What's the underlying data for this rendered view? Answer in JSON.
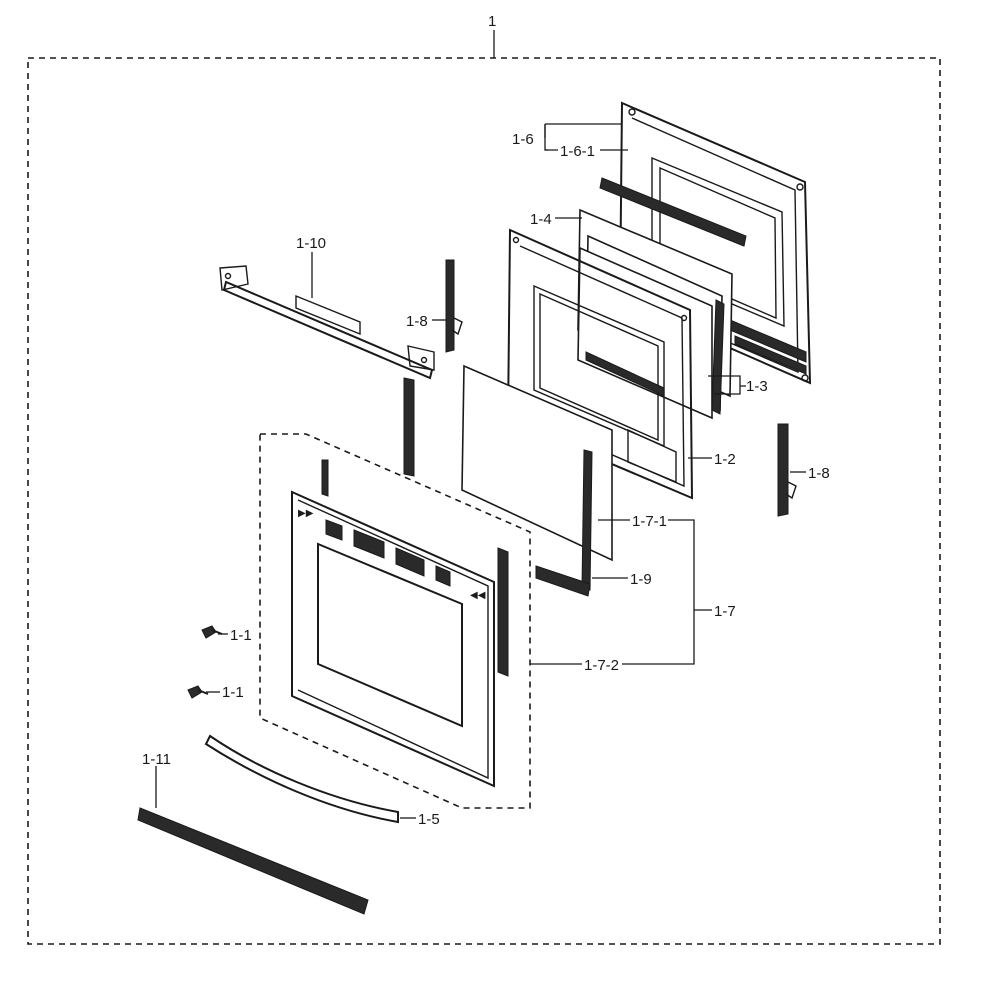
{
  "labels": {
    "assembly": "1",
    "screw_a": "1-1",
    "screw_b": "1-1",
    "inner_frame": "1-2",
    "glass_set": "1-3",
    "glass_panel": "1-4",
    "handle": "1-5",
    "back_frame": "1-6",
    "back_gasket": "1-6-1",
    "outer_door": "1-7",
    "door_glass": "1-7-1",
    "door_panel": "1-7-2",
    "hinge_left": "1-8",
    "hinge_right": "1-8",
    "side_rail": "1-9",
    "top_trim": "1-10",
    "bottom_trim": "1-11"
  },
  "colors": {
    "line": "#1a1a1a",
    "fill_dark": "#2a2a2a",
    "background": "#ffffff"
  }
}
